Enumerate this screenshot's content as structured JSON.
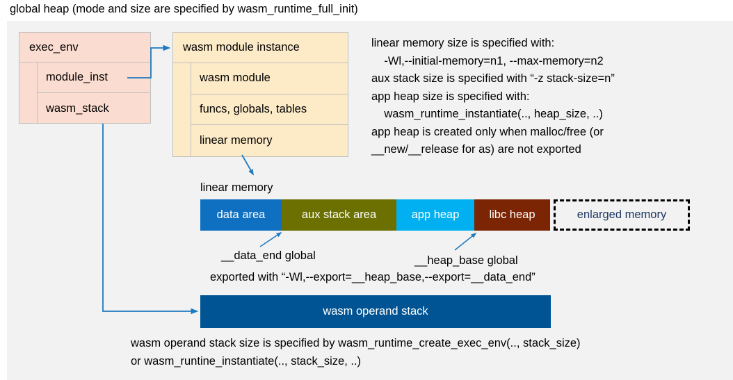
{
  "title": "global heap (mode and size are specified by wasm_runtime_full_init)",
  "colors": {
    "panel_bg": "#f2f2f2",
    "exec_env_fill": "#fbdcd0",
    "module_instance_fill": "#fdebc8",
    "box_border": "#bfbfbf",
    "arrow": "#1f7ac0",
    "data_area": "#0f6fc0",
    "aux_stack_area": "#6b7000",
    "app_heap": "#00b0f0",
    "libc_heap": "#7b2504",
    "enlarged_memory_text": "#1f3864",
    "enlarged_memory_border": "#000000",
    "operand_stack": "#005493"
  },
  "exec_env": {
    "header": "exec_env",
    "rows": [
      {
        "label": "module_inst"
      },
      {
        "label": "wasm_stack"
      }
    ]
  },
  "module_instance": {
    "header": "wasm module instance",
    "rows": [
      {
        "label": "wasm module"
      },
      {
        "label": "funcs, globals, tables"
      },
      {
        "label": "linear memory"
      }
    ]
  },
  "right_note": "linear memory size is specified with:\n    -Wl,--initial-memory=n1, --max-memory=n2\naux stack size is specified with “-z stack-size=n”\napp heap size is specified with:\n    wasm_runtime_instantiate(.., heap_size, ..)\napp heap is created only when malloc/free (or\n__new/__release for as) are not exported",
  "linear_memory": {
    "caption": "linear memory",
    "segments": [
      {
        "label": "data area",
        "color": "#0f6fc0",
        "width": 117
      },
      {
        "label": "aux stack area",
        "color": "#6b7000",
        "width": 165
      },
      {
        "label": "app heap",
        "color": "#00b0f0",
        "width": 112
      },
      {
        "label": "libc heap",
        "color": "#7b2504",
        "width": 109
      },
      {
        "label": "enlarged memory",
        "color": "#f2f2f2",
        "width": 196
      }
    ]
  },
  "annotations": {
    "data_end": "__data_end global",
    "heap_base": "__heap_base global",
    "exported": "exported with “-Wl,--export=__heap_base,--export=__data_end”"
  },
  "operand_stack": {
    "label": "wasm operand stack"
  },
  "bottom_note": "wasm operand stack size is specified by wasm_runtime_create_exec_env(.., stack_size)\nor wasm_runtine_instantiate(.., stack_size, ..)"
}
